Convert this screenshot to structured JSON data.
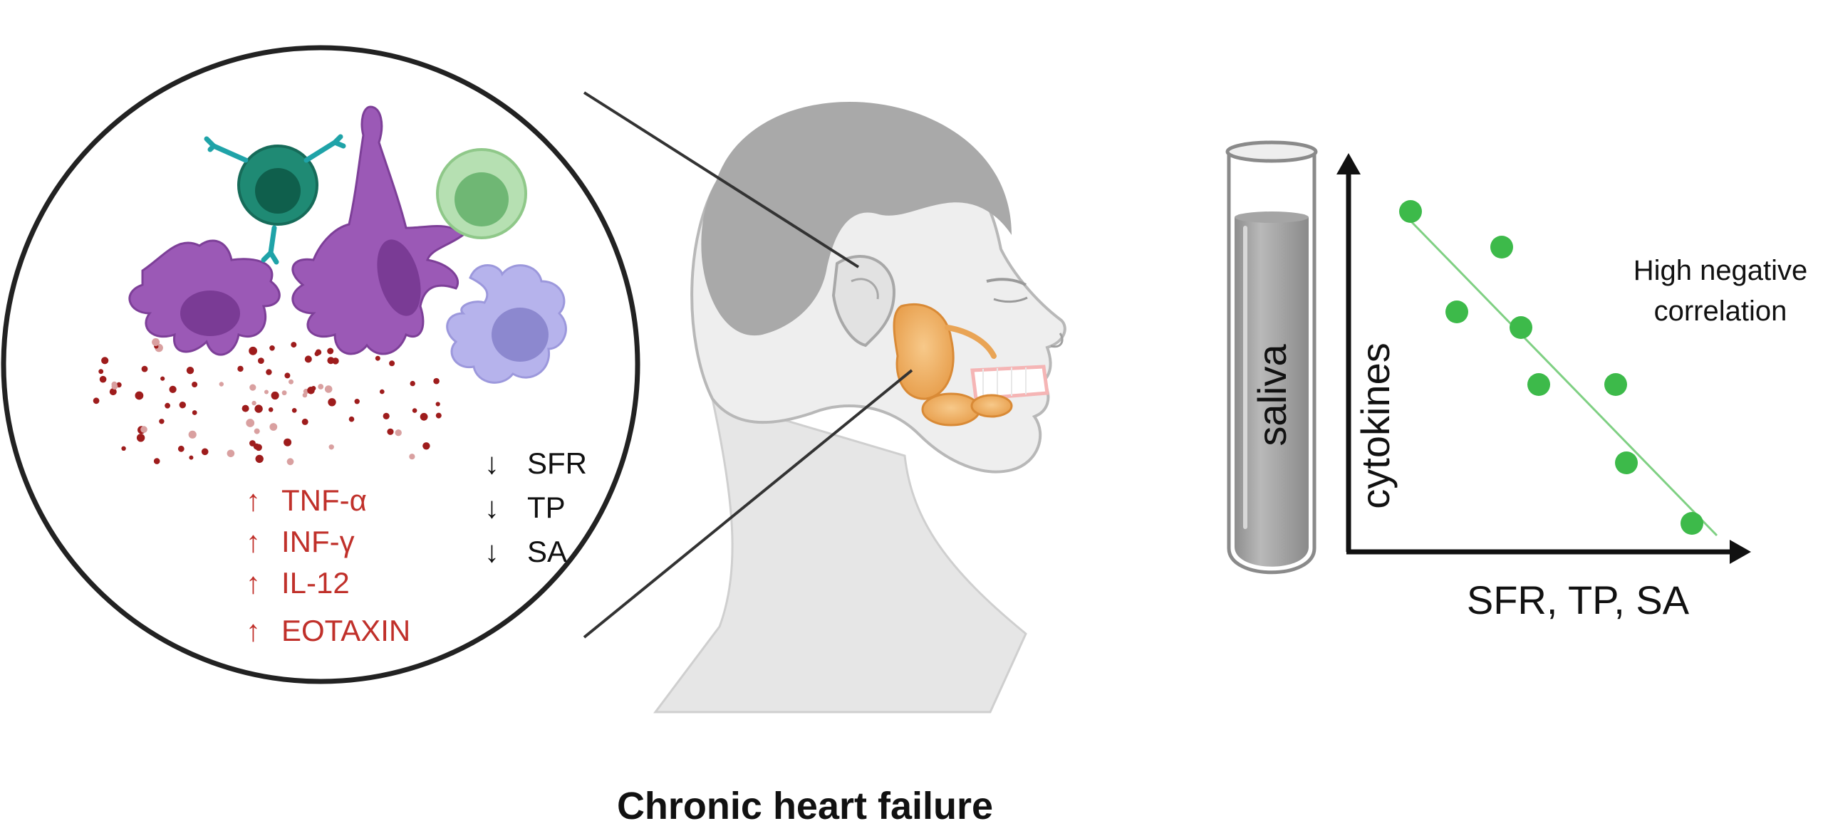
{
  "title": "Chronic heart failure",
  "increased_cytokines": [
    {
      "arrow": "↑",
      "label": "TNF-α"
    },
    {
      "arrow": "↑",
      "label": "INF-γ"
    },
    {
      "arrow": "↑",
      "label": "IL-12"
    },
    {
      "arrow": "↑",
      "label": "EOTAXIN"
    }
  ],
  "decreased_parameters": [
    {
      "arrow": "↓",
      "label": "SFR"
    },
    {
      "arrow": "↓",
      "label": "TP"
    },
    {
      "arrow": "↓",
      "label": "SA"
    }
  ],
  "tube_label": "saliva",
  "plot": {
    "y_axis_label": "cytokines",
    "x_axis_label": "SFR, TP, SA",
    "annotation_line1": "High negative",
    "annotation_line2": "correlation"
  },
  "colors": {
    "increase_text": "#c0302a",
    "decrease_text": "#111111",
    "dendritic_cell": "#9b59b6",
    "macrophage": "#b6b3ec",
    "lymphocyte": "#1f8a74",
    "salivary_gland": "#f0b26a",
    "scatter_point": "#3dba4a",
    "trend_line": "#7fd083"
  },
  "icons": [
    "dendritic-cell-icon",
    "macrophage-icon",
    "b-cell-icon",
    "lymphocyte-icon",
    "antibody-icon",
    "test-tube-icon",
    "head-profile-icon",
    "salivary-gland-icon"
  ]
}
